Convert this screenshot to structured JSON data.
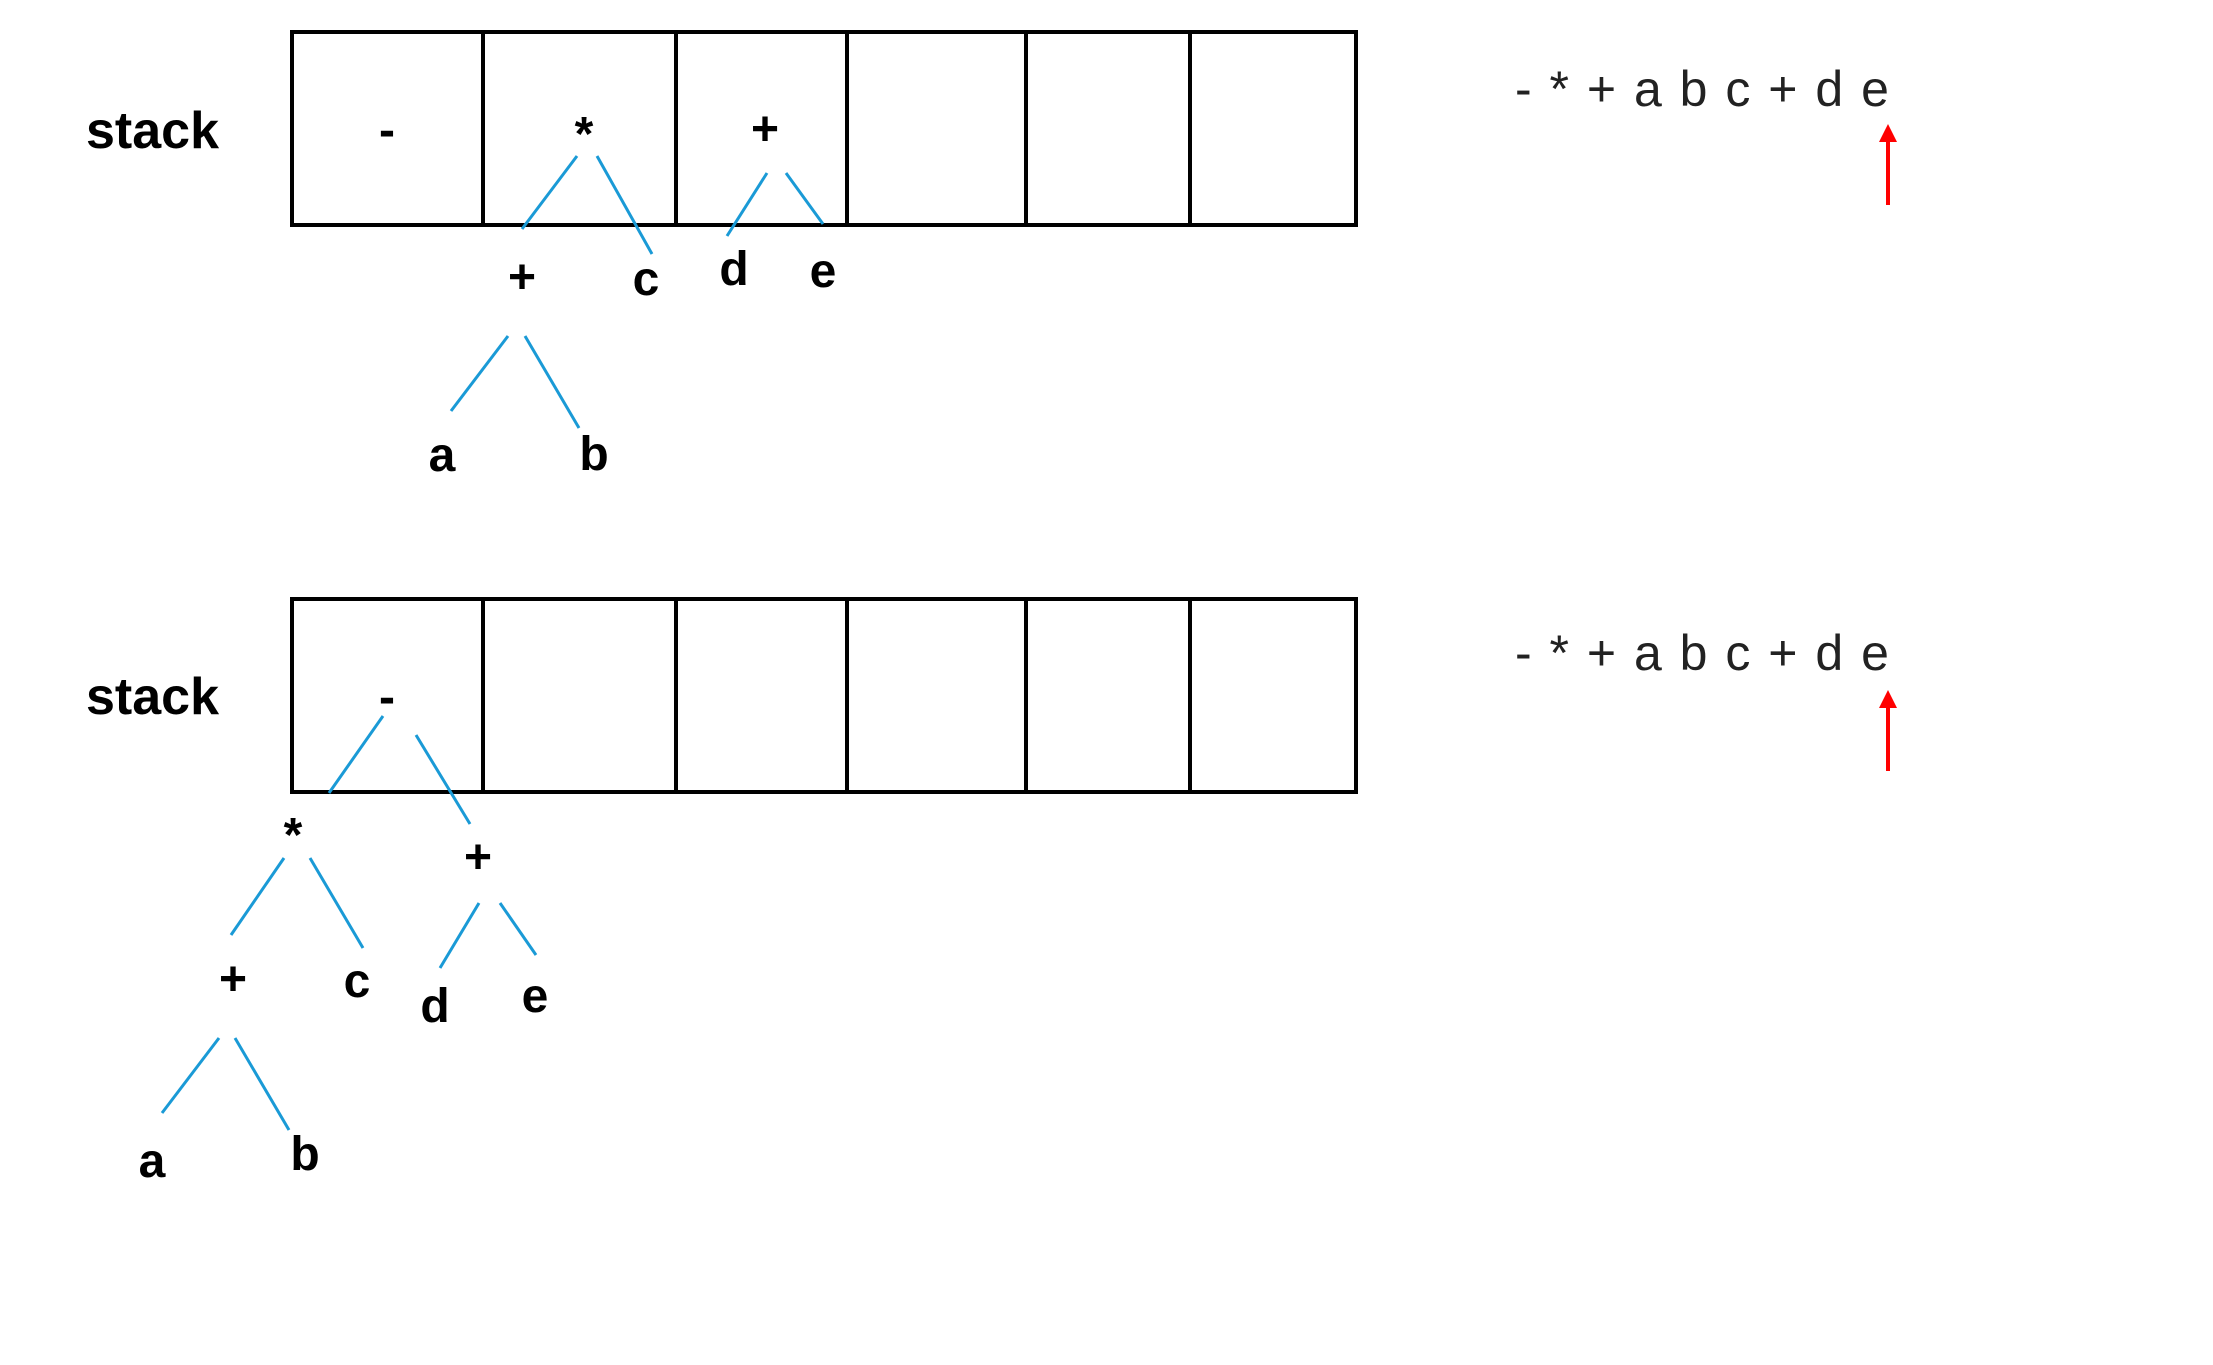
{
  "stack_label": "stack",
  "expression": "- * + a b c + d e",
  "colors": {
    "box": "#000000",
    "edge": "#1a9ad6",
    "pointer": "#ff0000"
  },
  "top": {
    "cells": [
      "-",
      "",
      "",
      "",
      "",
      ""
    ],
    "tree_nodes": {
      "star": "*",
      "plus1": "+",
      "a": "a",
      "b": "b",
      "c": "c",
      "plus2": "+",
      "d": "d",
      "e": "e"
    }
  },
  "bottom": {
    "cells": [
      "",
      "",
      "",
      "",
      "",
      ""
    ],
    "tree_nodes": {
      "minus": "-",
      "star": "*",
      "plus1": "+",
      "a": "a",
      "b": "b",
      "c": "c",
      "plus2": "+",
      "d": "d",
      "e": "e"
    }
  }
}
